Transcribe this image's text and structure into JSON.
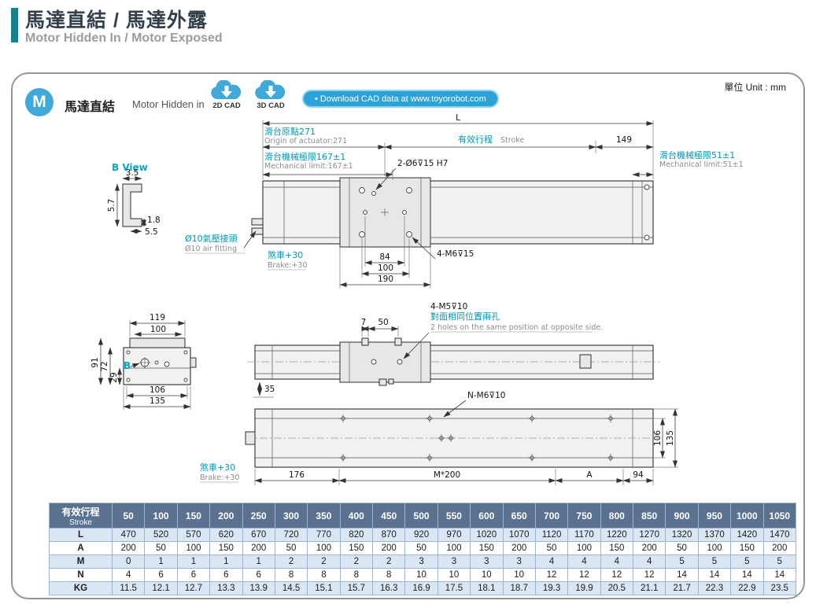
{
  "page": {
    "title": "馬達直結 / 馬達外露",
    "subtitle": "Motor Hidden In / Motor Exposed",
    "unit_label": "單位 Unit : mm"
  },
  "panel": {
    "badge": "M",
    "heading_zh": "馬達直結",
    "heading_en": "Motor Hidden in",
    "cad_2d_label": "2D CAD",
    "cad_3d_label": "3D CAD",
    "download_label": "• Download CAD data at www.toyorobot.com",
    "accent_blue": "#3fa9dc",
    "accent_teal": "#17808f"
  },
  "drawing": {
    "L": "L",
    "origin_zh": "滑台原點271",
    "origin_en": "Origin of actuator:271",
    "stroke_zh": "有效行程",
    "stroke_en": "Stroke",
    "d149": "149",
    "mech_left_zh": "滑台機械極限167±1",
    "mech_left_en": "Mechanical limit:167±1",
    "hole_top": "2-Ø6⊽15 H7",
    "mech_right_zh": "滑台機械極限51±1",
    "mech_right_en": "Mechanical limit:51±1",
    "b_view": "B View",
    "d3_5": "3.5",
    "d5_7": "5.7",
    "d1_8": "1.8",
    "d5_5": "5.5",
    "air_zh": "Ø10氣壓接頭",
    "air_en": "Ø10 air fitting",
    "brake_zh": "煞車+30",
    "brake_en": "Brake:+30",
    "d84": "84",
    "d100": "100",
    "d190": "190",
    "hole_carriage": "4-M6⊽15",
    "d119": "119",
    "d100b": "100",
    "d91": "91",
    "d72": "72",
    "d29": "29",
    "d106": "106",
    "d135": "135",
    "b_label": "B",
    "d7": "7",
    "d50": "50",
    "hole_side": "4-M5⊽10",
    "side_zh": "對面相同位置兩孔",
    "side_en": "2 holes on the same position at opposite side.",
    "d35": "35",
    "hole_topview": "N-M6⊽10",
    "tv106": "106",
    "tv135": "135",
    "d176": "176",
    "dM200": "M*200",
    "dA": "A",
    "d94": "94"
  },
  "table": {
    "header": {
      "zh": "有效行程",
      "en": "Stroke"
    },
    "columns": [
      "50",
      "100",
      "150",
      "200",
      "250",
      "300",
      "350",
      "400",
      "450",
      "500",
      "550",
      "600",
      "650",
      "700",
      "750",
      "800",
      "850",
      "900",
      "950",
      "1000",
      "1050"
    ],
    "rows": [
      {
        "label": "L",
        "values": [
          "470",
          "520",
          "570",
          "620",
          "670",
          "720",
          "770",
          "820",
          "870",
          "920",
          "970",
          "1020",
          "1070",
          "1120",
          "1170",
          "1220",
          "1270",
          "1320",
          "1370",
          "1420",
          "1470"
        ]
      },
      {
        "label": "A",
        "values": [
          "200",
          "50",
          "100",
          "150",
          "200",
          "50",
          "100",
          "150",
          "200",
          "50",
          "100",
          "150",
          "200",
          "50",
          "100",
          "150",
          "200",
          "50",
          "100",
          "150",
          "200"
        ]
      },
      {
        "label": "M",
        "values": [
          "0",
          "1",
          "1",
          "1",
          "1",
          "2",
          "2",
          "2",
          "2",
          "3",
          "3",
          "3",
          "3",
          "4",
          "4",
          "4",
          "4",
          "5",
          "5",
          "5",
          "5"
        ]
      },
      {
        "label": "N",
        "values": [
          "4",
          "6",
          "6",
          "6",
          "6",
          "8",
          "8",
          "8",
          "8",
          "10",
          "10",
          "10",
          "10",
          "12",
          "12",
          "12",
          "12",
          "14",
          "14",
          "14",
          "14"
        ]
      },
      {
        "label": "KG",
        "values": [
          "11.5",
          "12.1",
          "12.7",
          "13.3",
          "13.9",
          "14.5",
          "15.1",
          "15.7",
          "16.3",
          "16.9",
          "17.5",
          "18.1",
          "18.7",
          "19.3",
          "19.9",
          "20.5",
          "21.1",
          "21.7",
          "22.3",
          "22.9",
          "23.5"
        ]
      }
    ]
  }
}
